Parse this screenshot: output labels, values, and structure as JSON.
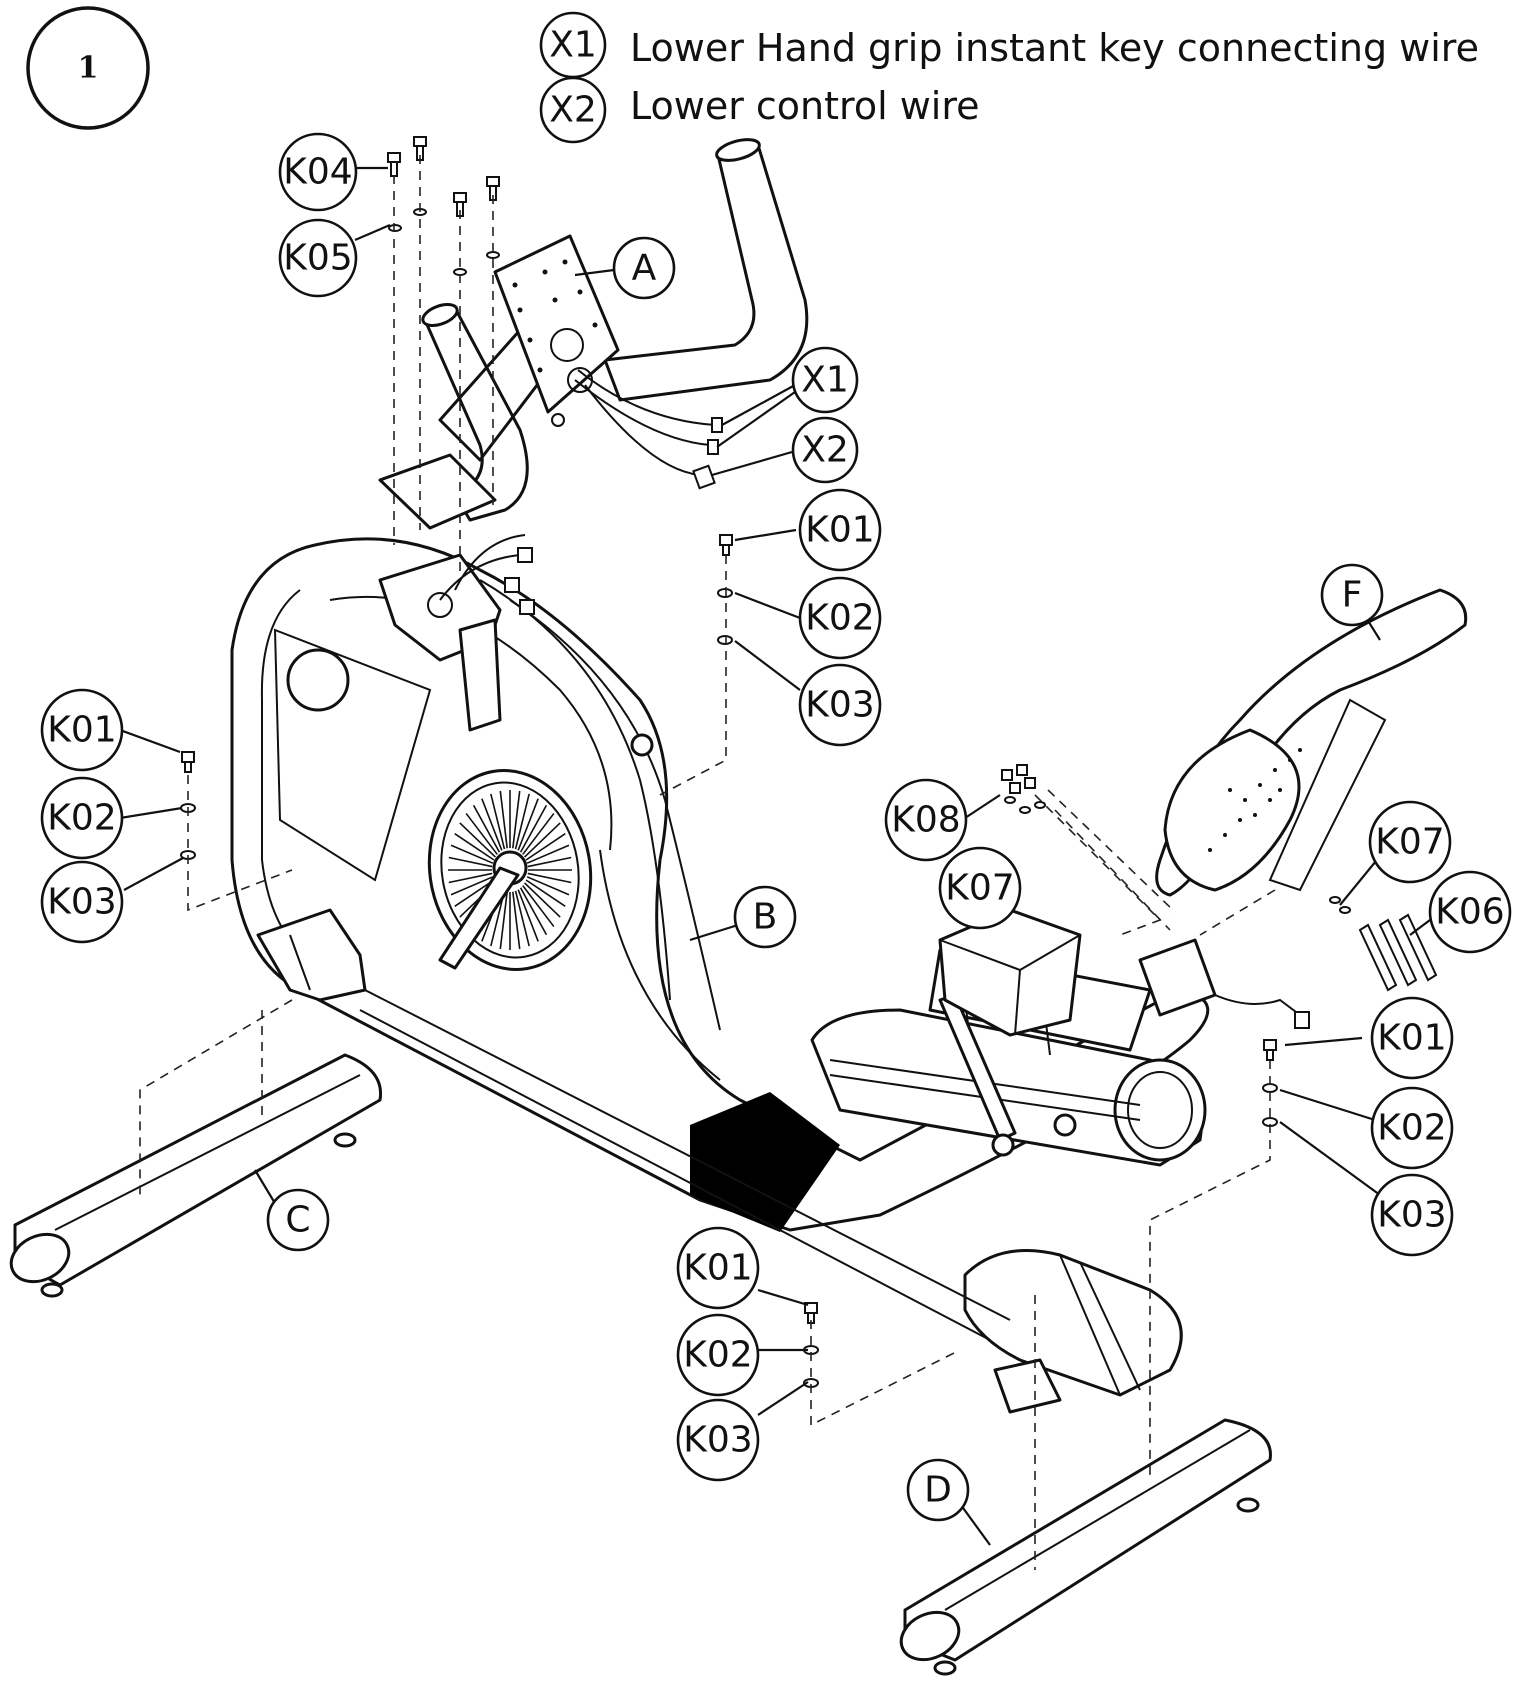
{
  "step_number": "1",
  "legend": [
    {
      "code": "X1",
      "description": "Lower Hand grip instant key connecting wire"
    },
    {
      "code": "X2",
      "description": "Lower control wire"
    }
  ],
  "parts": {
    "A": "A",
    "B": "B",
    "C": "C",
    "D": "D",
    "F": "F",
    "X1": "X1",
    "X2": "X2",
    "K01": "K01",
    "K02": "K02",
    "K03": "K03",
    "K04": "K04",
    "K05": "K05",
    "K06": "K06",
    "K07": "K07",
    "K08": "K08"
  },
  "colors": {
    "line": "#111111",
    "background": "#ffffff",
    "band": "#000000"
  }
}
